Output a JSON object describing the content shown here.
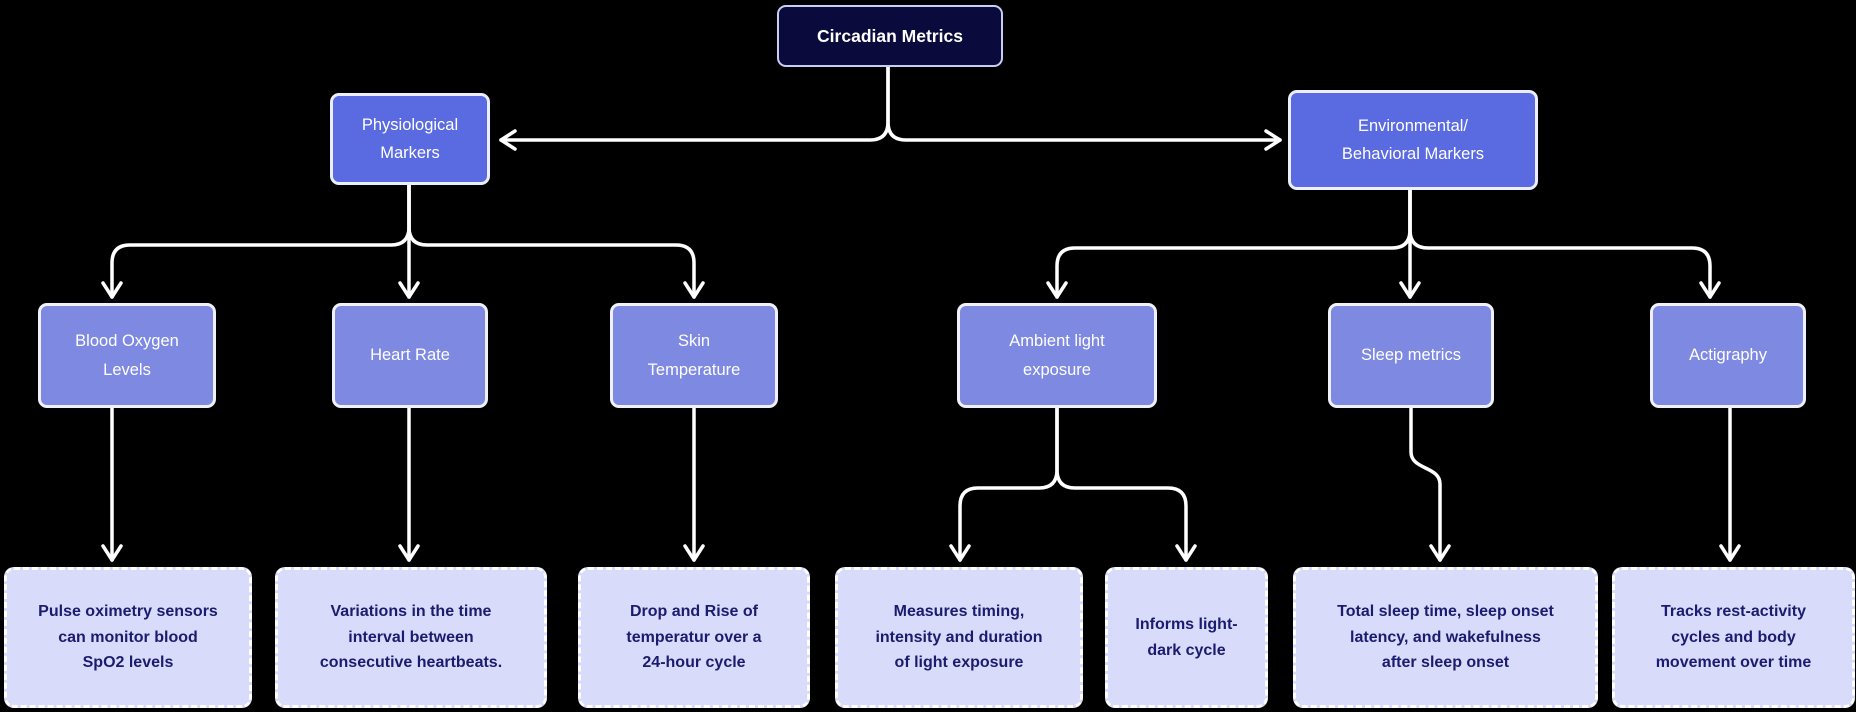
{
  "diagram": {
    "type": "flowchart",
    "background_color": "#000000",
    "edge_color": "#ffffff",
    "colors": {
      "root_fill": "#0a0a3c",
      "root_border": "#c8cdf2",
      "branch_fill": "#5a6ae0",
      "category_fill": "#7e89e2",
      "leaf_fill": "#d8dcfa",
      "leaf_text": "#1b1b6f",
      "node_text": "#ffffff"
    },
    "nodes": {
      "root": {
        "label": "Circadian Metrics"
      },
      "physiological": {
        "label": "Physiological\nMarkers"
      },
      "environmental": {
        "label": "Environmental/\nBehavioral Markers"
      },
      "blood_oxygen": {
        "label": "Blood Oxygen\nLevels"
      },
      "heart_rate": {
        "label": "Heart Rate"
      },
      "skin_temperature": {
        "label": "Skin\nTemperature"
      },
      "ambient_light": {
        "label": "Ambient light\nexposure"
      },
      "sleep_metrics": {
        "label": "Sleep metrics"
      },
      "actigraphy": {
        "label": "Actigraphy"
      },
      "blood_oxygen_detail": {
        "label": "Pulse oximetry sensors\ncan monitor blood\nSpO2 levels"
      },
      "heart_rate_detail": {
        "label": "Variations in the time\ninterval between\nconsecutive heartbeats."
      },
      "skin_temperature_detail": {
        "label": "Drop and Rise of\ntemperatur over a\n24-hour cycle"
      },
      "ambient_light_detail_1": {
        "label": "Measures timing,\nintensity and duration\nof light exposure"
      },
      "ambient_light_detail_2": {
        "label": "Informs light-\ndark cycle"
      },
      "sleep_metrics_detail": {
        "label": "Total sleep time, sleep onset\nlatency, and wakefulness\nafter sleep onset"
      },
      "actigraphy_detail": {
        "label": "Tracks rest-activity\ncycles and body\nmovement over time"
      }
    },
    "edges": [
      {
        "from": "root",
        "to": "physiological"
      },
      {
        "from": "root",
        "to": "environmental"
      },
      {
        "from": "physiological",
        "to": "blood_oxygen"
      },
      {
        "from": "physiological",
        "to": "heart_rate"
      },
      {
        "from": "physiological",
        "to": "skin_temperature"
      },
      {
        "from": "environmental",
        "to": "ambient_light"
      },
      {
        "from": "environmental",
        "to": "sleep_metrics"
      },
      {
        "from": "environmental",
        "to": "actigraphy"
      },
      {
        "from": "blood_oxygen",
        "to": "blood_oxygen_detail"
      },
      {
        "from": "heart_rate",
        "to": "heart_rate_detail"
      },
      {
        "from": "skin_temperature",
        "to": "skin_temperature_detail"
      },
      {
        "from": "ambient_light",
        "to": "ambient_light_detail_1"
      },
      {
        "from": "ambient_light",
        "to": "ambient_light_detail_2"
      },
      {
        "from": "sleep_metrics",
        "to": "sleep_metrics_detail"
      },
      {
        "from": "actigraphy",
        "to": "actigraphy_detail"
      }
    ]
  }
}
